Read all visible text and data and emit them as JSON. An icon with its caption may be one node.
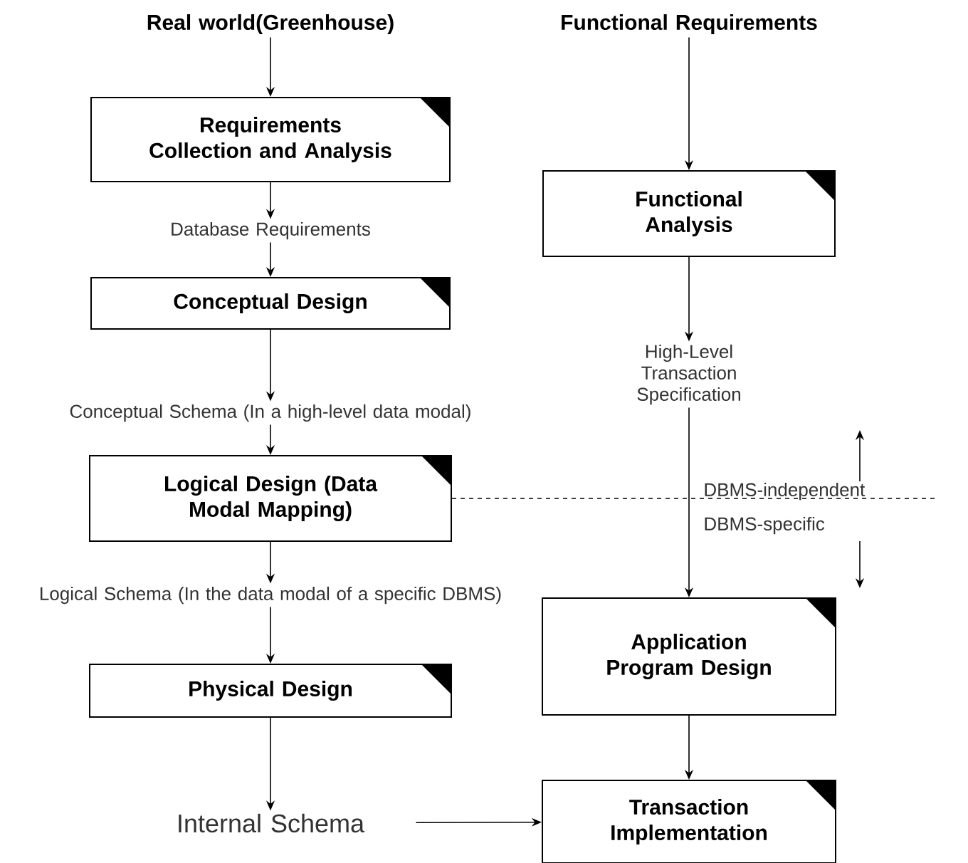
{
  "diagram": {
    "nodes": [
      {
        "text": [
          "Real world(Greenhouse)"
        ]
      },
      {
        "text": [
          "Functional Requirements"
        ]
      },
      {
        "text": [
          "Requirements Collection and Analysis"
        ]
      },
      {
        "text": [
          "Functional Analysis"
        ]
      },
      {
        "text": [
          "Database Requirements"
        ]
      },
      {
        "text": [
          "Conceptual Design"
        ]
      },
      {
        "text": [
          "High-Level Transaction Specification"
        ]
      },
      {
        "text": [
          "Conceptual Schema (In a high-level data modal)"
        ]
      },
      {
        "text": [
          "Logical Design (Data Modal Mapping)"
        ]
      },
      {
        "text": [
          "Logical Schema (In the data modal of a specific DBMS)"
        ]
      },
      {
        "text": [
          "Application Program Design"
        ]
      },
      {
        "text": [
          "Physical Design"
        ]
      },
      {
        "text": [
          "Internal Schema"
        ]
      },
      {
        "text": [
          "Transaction Implementation"
        ]
      }
    ],
    "edges": [
      {
        "from": 0,
        "to": 2,
        "arrow": "to"
      },
      {
        "from": 2,
        "to": 4,
        "arrow": "to"
      },
      {
        "from": 4,
        "to": 5,
        "arrow": "to"
      },
      {
        "from": 5,
        "to": 7,
        "arrow": "to"
      },
      {
        "from": 7,
        "to": 8,
        "arrow": "to"
      },
      {
        "from": 8,
        "to": 9,
        "arrow": "to"
      },
      {
        "from": 9,
        "to": 11,
        "arrow": "to"
      },
      {
        "from": 11,
        "to": 12,
        "arrow": "to"
      },
      {
        "from": 12,
        "to": 13,
        "arrow": "to"
      },
      {
        "from": 1,
        "to": 3,
        "arrow": "to"
      },
      {
        "from": 3,
        "to": 6,
        "arrow": "to"
      },
      {
        "from": 6,
        "to": 10,
        "arrow": "to"
      },
      {
        "from": 10,
        "to": 13,
        "arrow": "to"
      },
      {
        "from": 8,
        "to": null,
        "arrow": "none",
        "style": "dashed"
      }
    ],
    "labels": [
      "DBMS-independent",
      "DBMS-specific"
    ]
  }
}
